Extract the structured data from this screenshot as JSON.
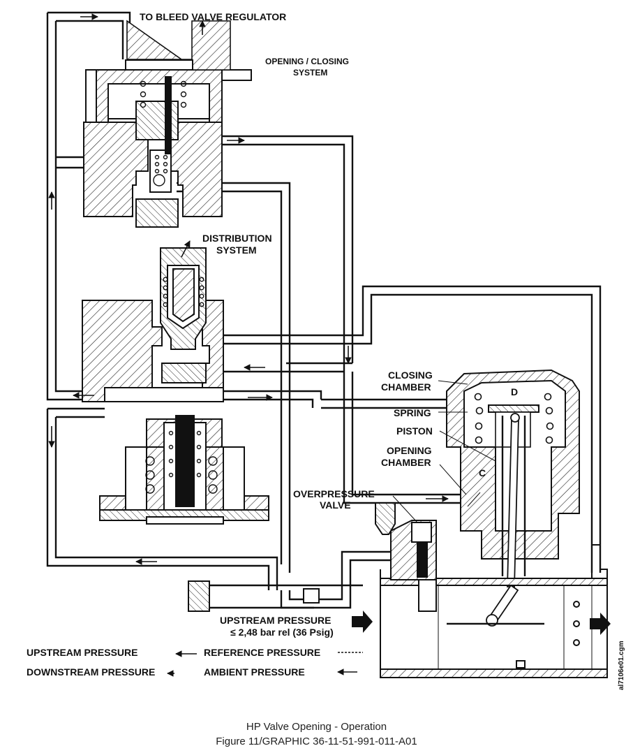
{
  "labels": {
    "to_bleed_valve_regulator": "TO BLEED VALVE REGULATOR",
    "opening_closing_system_1": "OPENING / CLOSING",
    "opening_closing_system_2": "SYSTEM",
    "distribution_system_1": "DISTRIBUTION",
    "distribution_system_2": "SYSTEM",
    "closing_chamber_1": "CLOSING",
    "closing_chamber_2": "CHAMBER",
    "spring": "SPRING",
    "piston": "PISTON",
    "opening_chamber_1": "OPENING",
    "opening_chamber_2": "CHAMBER",
    "overpressure_valve_1": "OVERPRESSURE",
    "overpressure_valve_2": "VALVE",
    "chamber_d": "D",
    "chamber_c": "C",
    "upstream_pressure_inlet_1": "UPSTREAM PRESSURE",
    "upstream_pressure_inlet_2": "≤ 2,48 bar rel (36 Psig)",
    "drawing_id": "al7106e01.cgm"
  },
  "legend": {
    "upstream_pressure": "UPSTREAM PRESSURE",
    "downstream_pressure": "DOWNSTREAM PRESSURE",
    "reference_pressure": "REFERENCE PRESSURE",
    "ambient_pressure": "AMBIENT PRESSURE"
  },
  "caption": {
    "title": "HP Valve Opening - Operation",
    "figure": "Figure 11/GRAPHIC 36-11-51-991-011-A01"
  }
}
